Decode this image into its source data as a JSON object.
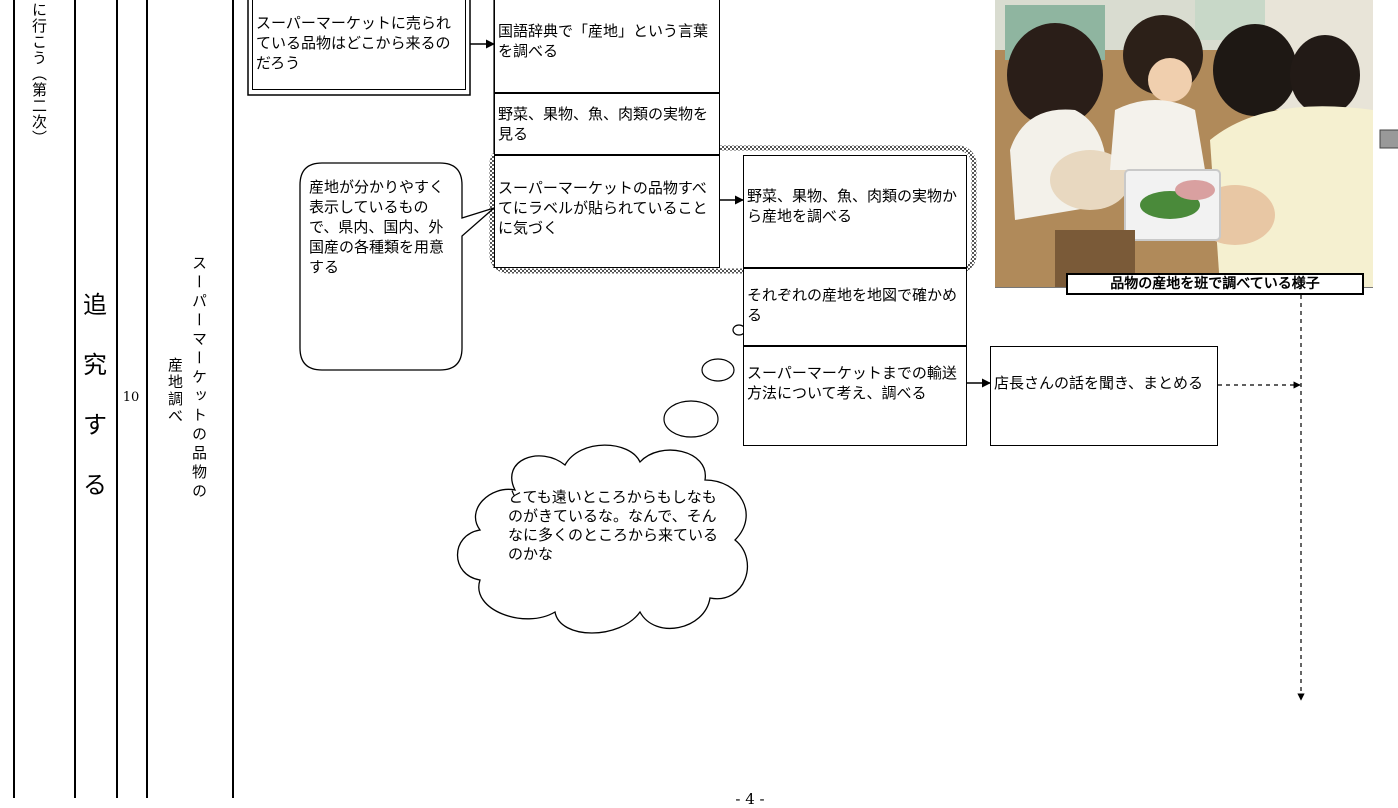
{
  "left_column": {
    "fragment": "に行こう（第二次）"
  },
  "stage": {
    "chars": [
      "追",
      "究",
      "す",
      "る"
    ]
  },
  "hours": "10",
  "unit_title": {
    "line1": "スーパーマーケットの品物の",
    "line2": "産地調べ"
  },
  "flow": {
    "question_box": "スーパーマーケットに売られている品物はどこから来るのだろう",
    "dictionary_box": "国語辞典で「産地」という言葉を調べる",
    "real_items_box": "野菜、果物、魚、肉類の実物を見る",
    "label_notice_box": "スーパーマーケットの品物すべてにラベルが貼られていることに気づく",
    "origin_research_box": "野菜、果物、魚、肉類の実物から産地を調べる",
    "map_box": "それぞれの産地を地図で確かめる",
    "transport_box": "スーパーマーケットまでの輸送方法について考え、調べる",
    "manager_box": "店長さんの話を聞き、まとめる"
  },
  "teacher_note": "産地が分かりやすく表示しているもので、県内、国内、外国産の各種類を用意する",
  "thought_bubble": "とても遠いところからもしなものがきているな。なんで、そんなに多くのところから来ているのかな",
  "photo": {
    "caption": "品物の産地を班で調べている様子"
  },
  "page_number": "- 4 -"
}
